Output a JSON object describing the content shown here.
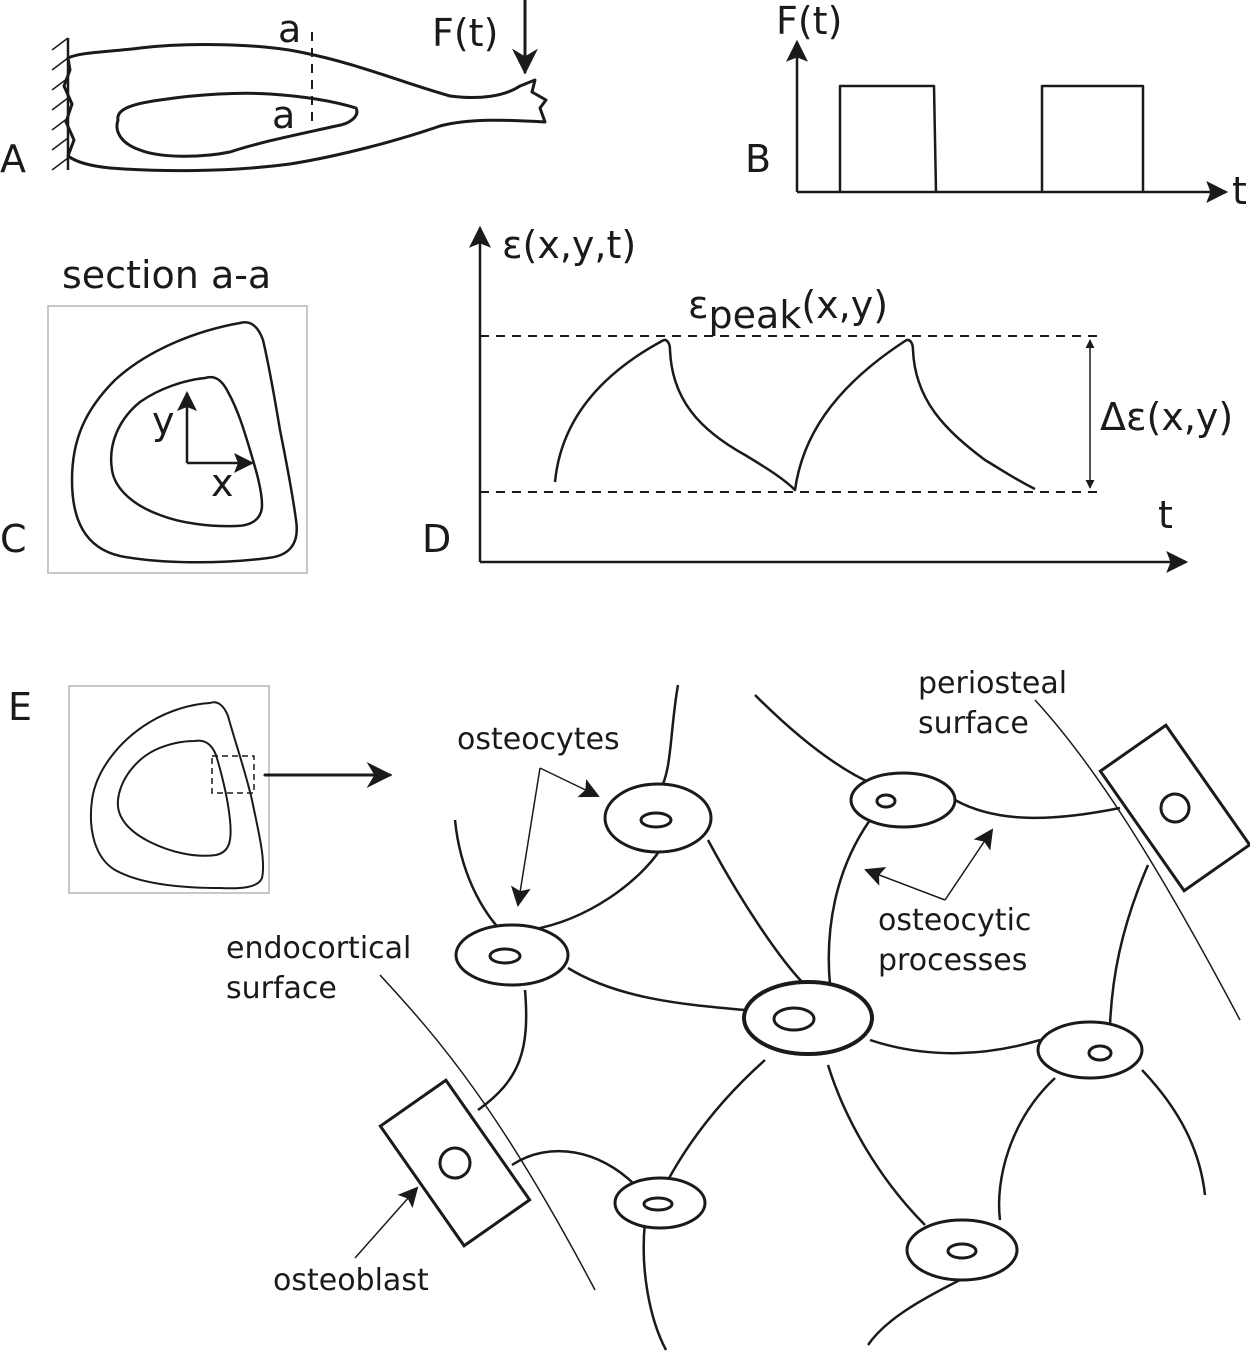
{
  "panels": {
    "A": {
      "letter": "A",
      "force_label": "F(t)",
      "section_mark_top": "a",
      "section_mark_bottom": "a"
    },
    "B": {
      "letter": "B",
      "y_label": "F(t)",
      "x_label": "t"
    },
    "C": {
      "letter": "C",
      "title": "section a-a",
      "x_axis": "x",
      "y_axis": "y"
    },
    "D": {
      "letter": "D",
      "y_label": "ε(x,y,t)",
      "peak_label_symbol": "ε",
      "peak_label_sub": "peak",
      "peak_label_args": "(x,y)",
      "range_label": "Δε(x,y)",
      "x_label": "t"
    },
    "E": {
      "letter": "E",
      "labels": {
        "osteocytes": "osteocytes",
        "periosteal_1": "periosteal",
        "periosteal_2": "surface",
        "endocortical_1": "endocortical",
        "endocortical_2": "surface",
        "processes_1": "osteocytic",
        "processes_2": "processes",
        "osteoblast": "osteoblast"
      }
    }
  }
}
